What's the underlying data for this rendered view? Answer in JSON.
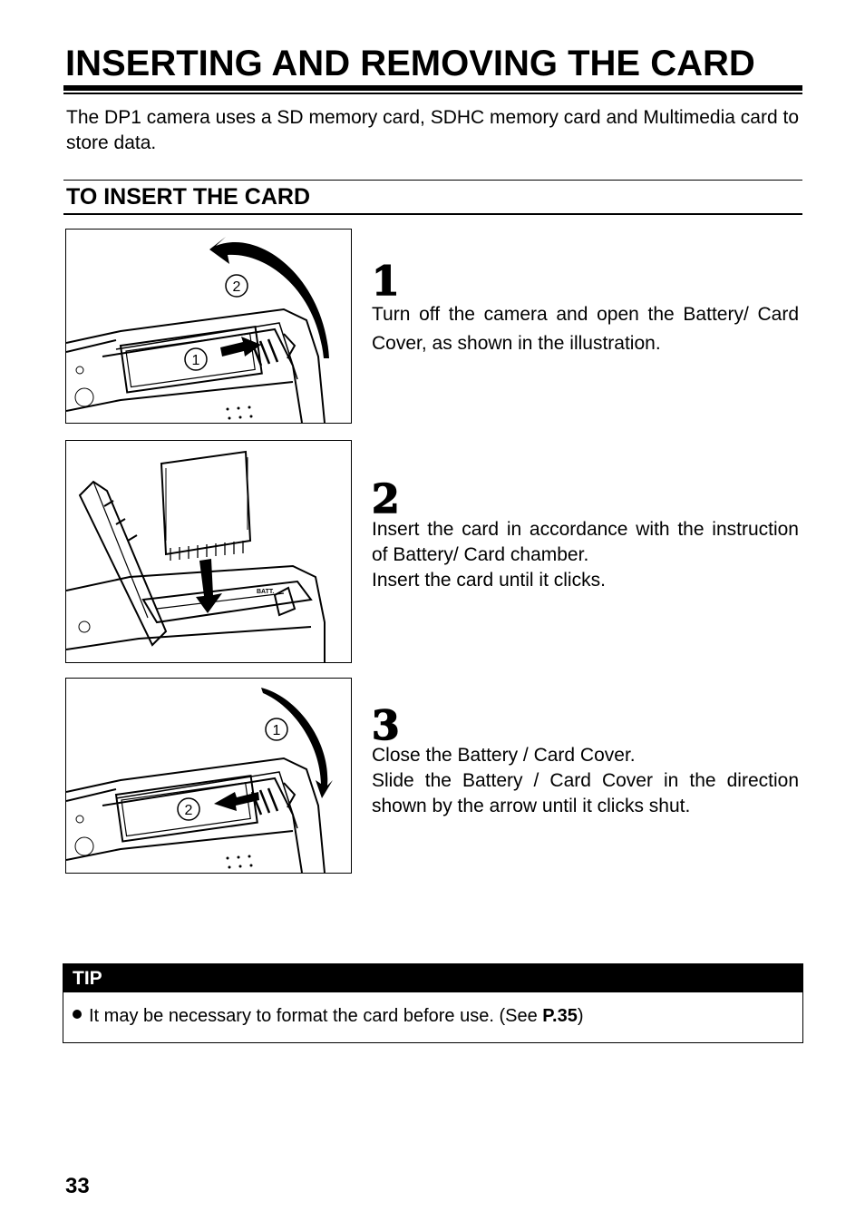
{
  "page": {
    "title": "INSERTING AND REMOVING THE CARD",
    "intro": "The DP1 camera uses a SD memory card, SDHC memory card and Multimedia card to store data.",
    "section_title": "TO INSERT THE CARD",
    "page_number": "33"
  },
  "steps": [
    {
      "number": "1",
      "paragraphs": [
        "Turn off the camera and open the Battery/ Card Cover, as shown in the illustration."
      ],
      "illustration": {
        "callout_a": "2",
        "callout_b": "1"
      }
    },
    {
      "number": "2",
      "paragraphs": [
        "Insert the card in accordance with the instruction of Battery/ Card chamber.",
        "Insert the card until it clicks."
      ],
      "illustration": {
        "label_batt": "BATT."
      }
    },
    {
      "number": "3",
      "paragraphs": [
        "Close the Battery / Card Cover.",
        "Slide the Battery / Card Cover in the direction shown by the arrow until it clicks shut."
      ],
      "illustration": {
        "callout_a": "1",
        "callout_b": "2"
      }
    }
  ],
  "tip": {
    "header": "TIP",
    "text": "It may be necessary to format the card before use. (See ",
    "ref": "P.35",
    "suffix": ")"
  }
}
